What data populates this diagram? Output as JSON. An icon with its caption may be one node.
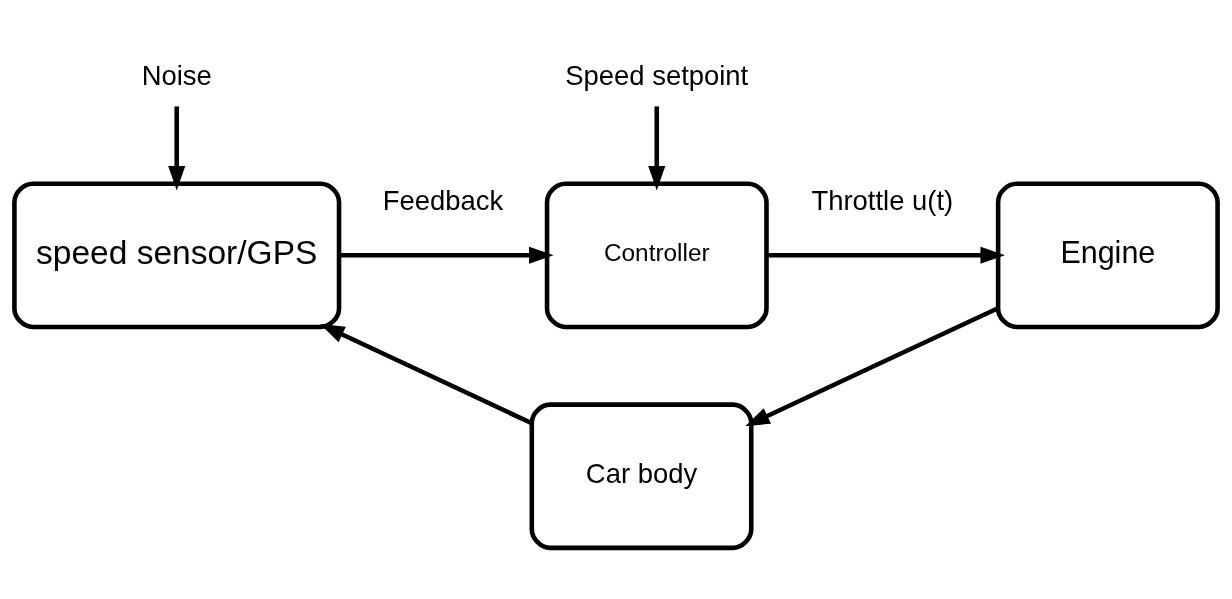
{
  "diagram": {
    "nodes": [
      {
        "text": [
          "speed sensor/GPS"
        ]
      },
      {
        "text": [
          "Controller"
        ]
      },
      {
        "text": [
          "Engine"
        ]
      },
      {
        "text": [
          "Car body"
        ]
      },
      {
        "text": [
          "Noise"
        ]
      },
      {
        "text": [
          "Speed setpoint"
        ]
      }
    ],
    "edges": [
      {
        "from": 4,
        "to": 0,
        "arrow": "to"
      },
      {
        "from": 5,
        "to": 1,
        "arrow": "to"
      },
      {
        "from": 0,
        "to": 1,
        "arrow": "to",
        "label": "Feedback"
      },
      {
        "from": 1,
        "to": 2,
        "arrow": "to",
        "label": "Throttle u(t)"
      },
      {
        "from": 2,
        "to": 3,
        "arrow": "to"
      },
      {
        "from": 3,
        "to": 0,
        "arrow": "to"
      }
    ]
  }
}
